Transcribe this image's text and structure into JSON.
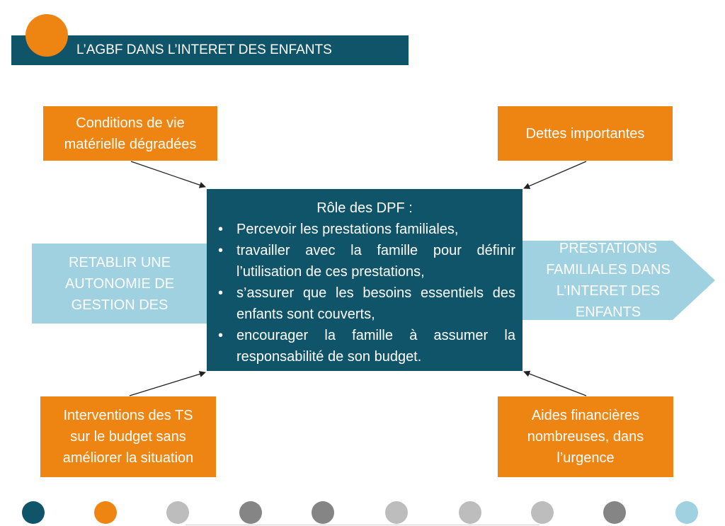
{
  "header": {
    "title": "L’AGBF DANS L’INTERET DES ENFANTS"
  },
  "boxes": {
    "top_left": [
      "Conditions de vie",
      "matérielle dégradées"
    ],
    "top_right": [
      "Dettes importantes"
    ],
    "bottom_left": [
      "Interventions des TS",
      "sur le budget sans",
      "améliorer la situation"
    ],
    "bottom_right": [
      "Aides financières",
      "nombreuses, dans",
      "l’urgence"
    ]
  },
  "left_box": [
    "RETABLIR UNE",
    "AUTONOMIE DE",
    "GESTION DES"
  ],
  "right_arrow": [
    "PRESTATIONS",
    "FAMILIALES DANS",
    "L’INTERET DES",
    "ENFANTS"
  ],
  "center": {
    "title": "Rôle des DPF :",
    "bullets": [
      "Percevoir les prestations familiales,",
      "travailler avec la famille pour définir l’utilisation de ces prestations,",
      "s’assurer que les besoins essentiels des enfants sont couverts,",
      "encourager la famille à assumer la responsabilité de son budget."
    ]
  },
  "colors": {
    "teal": "#0f5468",
    "orange": "#ee8412",
    "light_blue": "#9fd1e1",
    "gray": "#bdbdbd",
    "dark_gray": "#858585"
  },
  "nav_dots": [
    "teal",
    "orange",
    "gray",
    "dark_gray",
    "dark_gray",
    "gray",
    "gray",
    "gray",
    "dark_gray",
    "light_blue"
  ]
}
